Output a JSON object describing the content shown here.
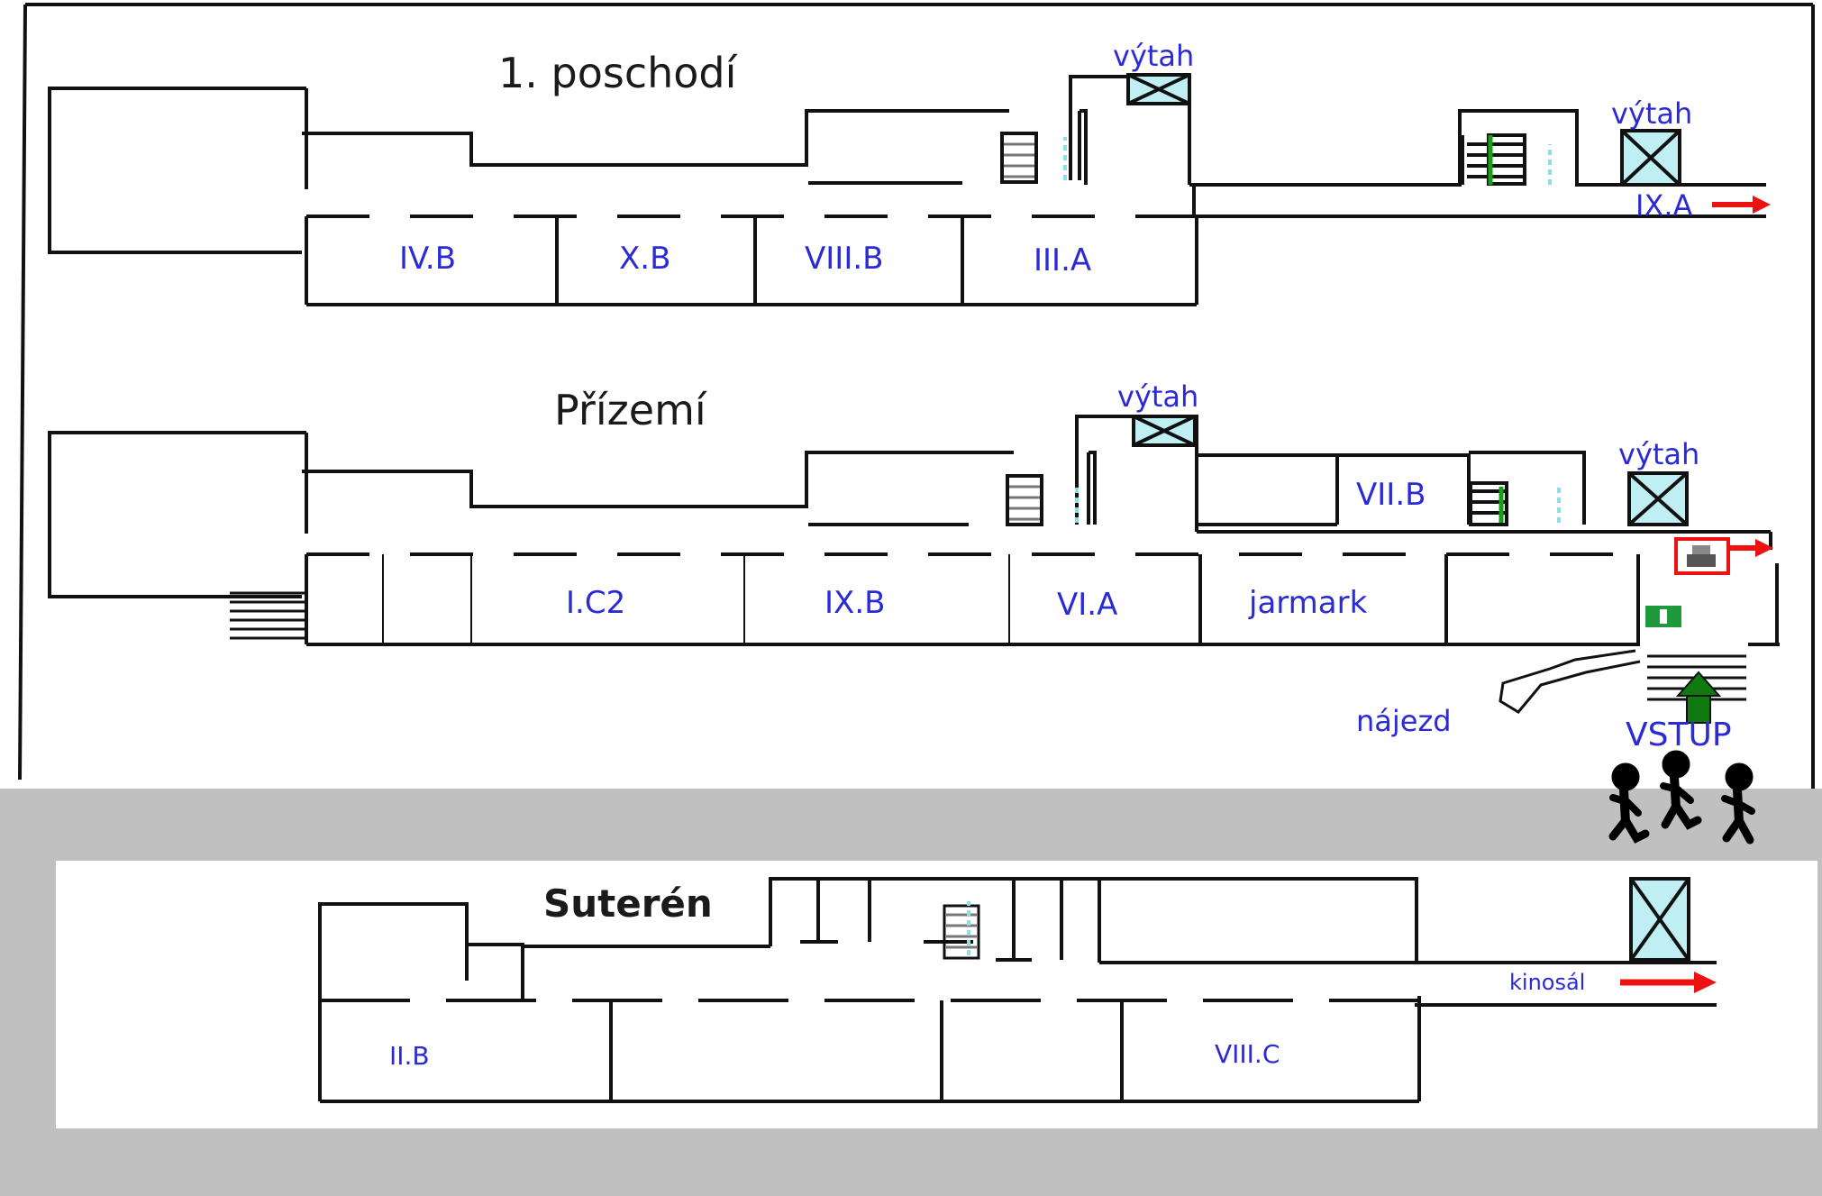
{
  "floors": {
    "first": {
      "title": "1. poschodí",
      "elevator_left": "výtah",
      "elevator_right": "výtah",
      "exit_label": "IX.A",
      "rooms": [
        "IV.B",
        "X.B",
        "VIII.B",
        "III.A"
      ]
    },
    "ground": {
      "title": "Přízemí",
      "elevator_left": "výtah",
      "elevator_right": "výtah",
      "room_vii": "VII.B",
      "rooms": [
        "I.C2",
        "IX.B",
        "VI.A",
        "jarmark"
      ],
      "ramp_label": "nájezd",
      "entrance_label": "VSTUP"
    },
    "basement": {
      "title": "Suterén",
      "rooms": [
        "II.B",
        "VIII.C"
      ],
      "cinema_label": "kinosál"
    }
  },
  "colors": {
    "label_blue": "#2a2ad6",
    "wall": "#111111",
    "band": "#c0c0c0",
    "elevator_fill": "#bfeff2",
    "arrow_red": "#ee1111",
    "arrow_green": "#0f7a0f",
    "emergency_green": "#1e9a3c",
    "stair_cyan": "#8fdde6"
  }
}
